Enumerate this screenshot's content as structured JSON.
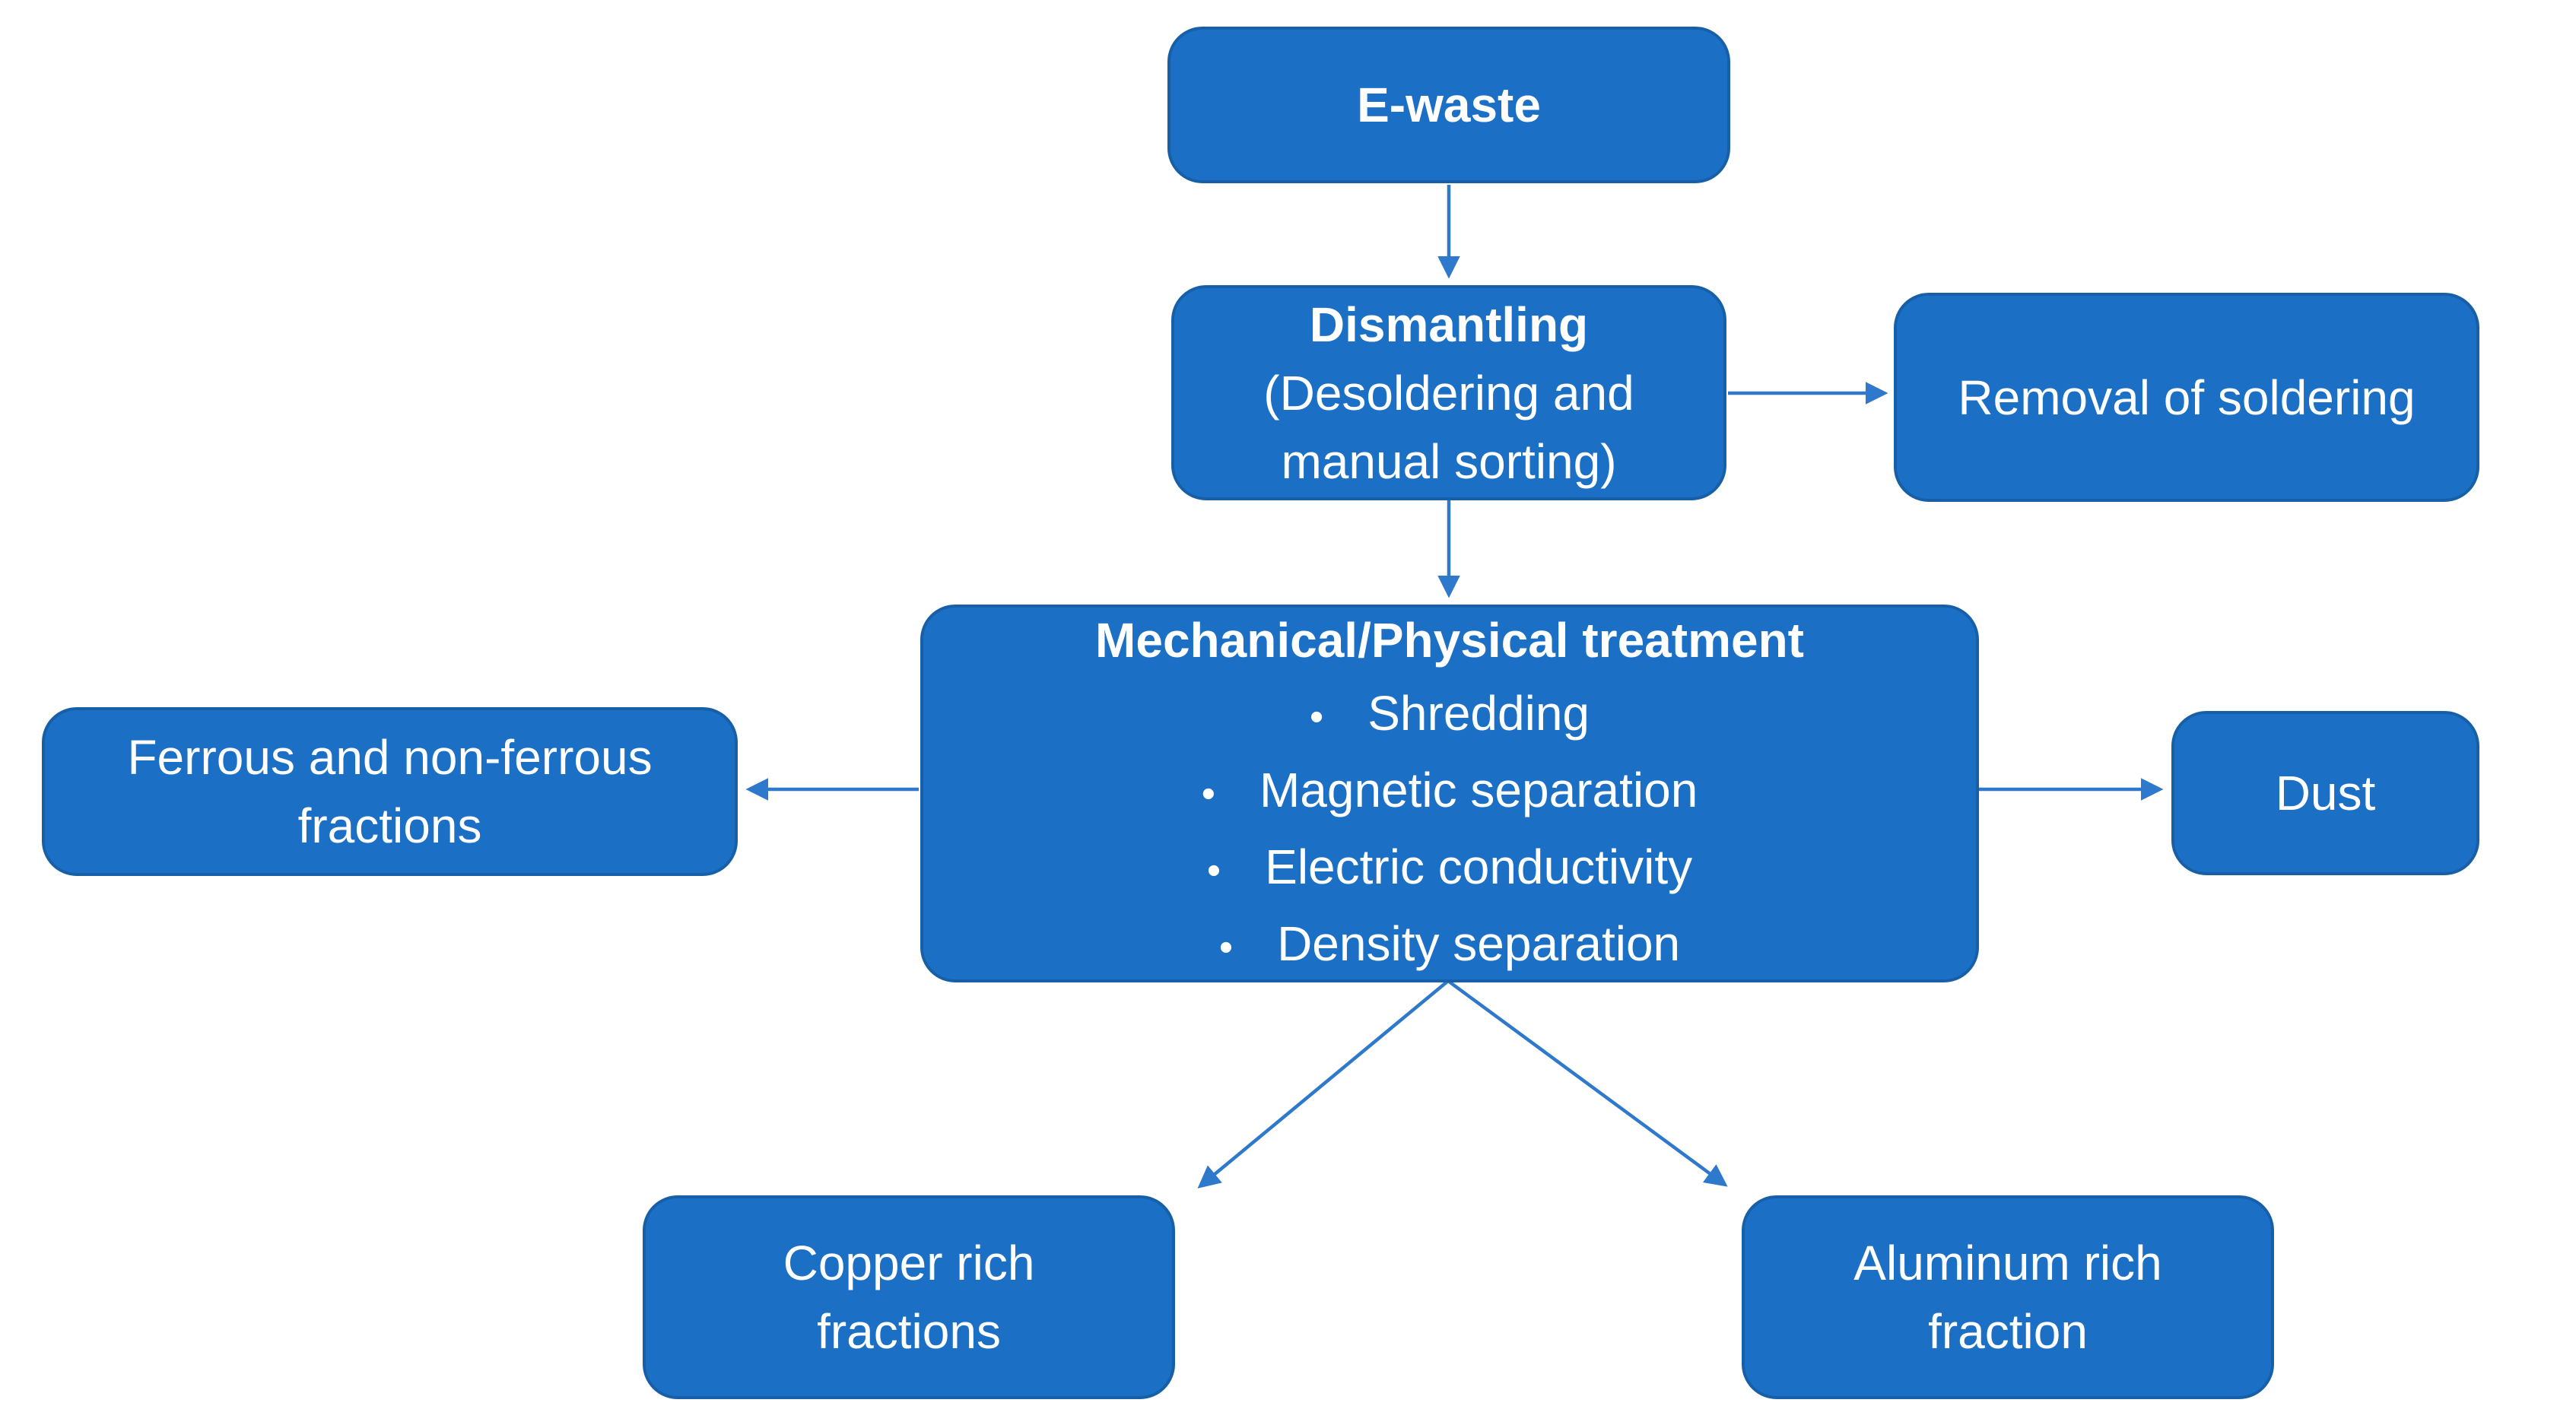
{
  "colors": {
    "box_fill": "#1B70C6",
    "box_border": "#1760A8",
    "arrow": "#2E79CC",
    "text": "#FFFFFF",
    "background": "#FFFFFF"
  },
  "nodes": {
    "ewaste": {
      "label": "E-waste"
    },
    "dismantling": {
      "title": "Dismantling",
      "body": "(Desoldering and\nmanual sorting)"
    },
    "removal": {
      "label": "Removal of soldering"
    },
    "mechanical": {
      "title": "Mechanical/Physical treatment",
      "bullet_char": "•",
      "bullets": [
        "Shredding",
        "Magnetic separation",
        "Electric conductivity",
        "Density separation"
      ]
    },
    "ferrous": {
      "label": "Ferrous and non-ferrous\nfractions"
    },
    "dust": {
      "label": "Dust"
    },
    "copper": {
      "label": "Copper rich\nfractions"
    },
    "aluminum": {
      "label": "Aluminum rich\nfraction"
    }
  }
}
